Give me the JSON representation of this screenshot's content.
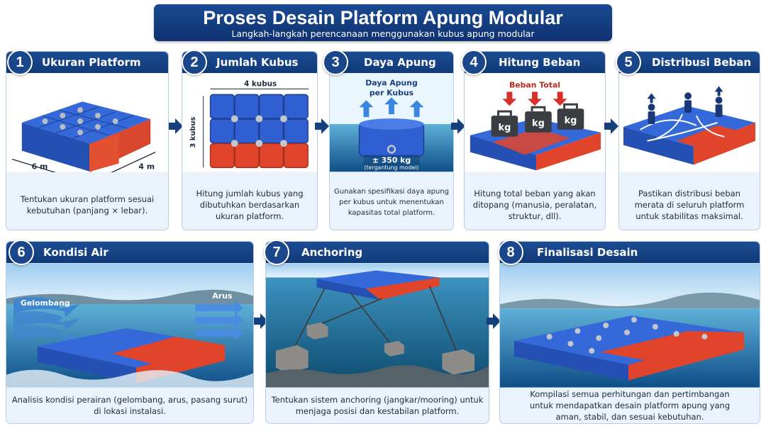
{
  "header": {
    "title": "Proses Desain Platform Apung Modular",
    "subtitle": "Langkah-langkah perencanaan menggunakan kubus apung modular"
  },
  "colors": {
    "navy": "#143f80",
    "blue_cube": "#2f5fd0",
    "red_cube": "#e0452c",
    "card_bg": "#eaf3fc"
  },
  "steps": [
    {
      "number": "1",
      "title": "Ukuran Platform",
      "description": "Tentukan ukuran platform sesuai kebutuhan (panjang × lebar).",
      "labels": {
        "length": "6 m",
        "width": "4 m"
      }
    },
    {
      "number": "2",
      "title": "Jumlah Kubus",
      "description": "Hitung jumlah kubus yang dibutuhkan berdasarkan ukuran platform.",
      "labels": {
        "columns": "4 kubus",
        "rows": "3 kubus"
      }
    },
    {
      "number": "3",
      "title": "Daya Apung",
      "description": "Gunakan spesifikasi daya apung per kubus untuk menentukan kapasitas total platform.",
      "labels": {
        "heading_line1": "Daya Apung",
        "heading_line2": "per Kubus",
        "value": "± 350 kg",
        "note": "(tergantung model)"
      }
    },
    {
      "number": "4",
      "title": "Hitung Beban",
      "description": "Hitung total beban yang akan ditopang (manusia, peralatan, struktur, dll).",
      "labels": {
        "heading": "Beban Total",
        "weight_unit": "kg"
      }
    },
    {
      "number": "5",
      "title": "Distribusi Beban",
      "description": "Pastikan distribusi beban merata di seluruh platform untuk stabilitas maksimal."
    },
    {
      "number": "6",
      "title": "Kondisi Air",
      "description": "Analisis kondisi perairan (gelombang, arus, pasang surut) di lokasi instalasi.",
      "labels": {
        "wave": "Gelombang",
        "current": "Arus"
      }
    },
    {
      "number": "7",
      "title": "Anchoring",
      "description": "Tentukan sistem anchoring (jangkar/mooring) untuk menjaga posisi dan kestabilan platform."
    },
    {
      "number": "8",
      "title": "Finalisasi Desain",
      "description": "Kompilasi semua perhitungan dan pertimbangan untuk mendapatkan desain platform apung yang aman, stabil, dan sesuai kebutuhan."
    }
  ]
}
